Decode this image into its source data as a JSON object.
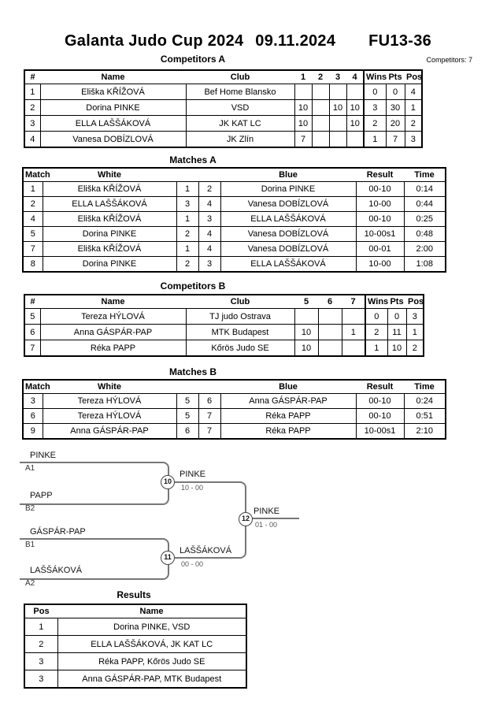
{
  "page": {
    "title_event": "Galanta Judo Cup 2024",
    "title_date": "09.11.2024",
    "title_category": "FU13-36",
    "competitors_count_label": "Competitors: 7"
  },
  "competitorsA": {
    "title": "Competitors A",
    "headers": {
      "num": "#",
      "name": "Name",
      "club": "Club",
      "c1": "1",
      "c2": "2",
      "c3": "3",
      "c4": "4",
      "wins": "Wins",
      "pts": "Pts",
      "pos": "Pos"
    },
    "rows": [
      [
        "1",
        "Eliška KŘÍŽOVÁ",
        "Bef Home Blansko",
        "",
        "",
        "",
        "",
        "0",
        "0",
        "4"
      ],
      [
        "2",
        "Dorina PINKE",
        "VSD",
        "10",
        "",
        "10",
        "10",
        "3",
        "30",
        "1"
      ],
      [
        "3",
        "ELLA LAŠŠÁKOVÁ",
        "JK KAT LC",
        "10",
        "",
        "",
        "10",
        "2",
        "20",
        "2"
      ],
      [
        "4",
        "Vanesa DOBÍZLOVÁ",
        "JK Zlín",
        "7",
        "",
        "",
        "",
        "1",
        "7",
        "3"
      ]
    ]
  },
  "matchesA": {
    "title": "Matches A",
    "headers": {
      "match": "Match",
      "white": "White",
      "blue": "Blue",
      "result": "Result",
      "time": "Time"
    },
    "rows": [
      [
        "1",
        "Eliška KŘÍŽOVÁ",
        "1",
        "2",
        "Dorina PINKE",
        "00-10",
        "0:14"
      ],
      [
        "2",
        "ELLA LAŠŠÁKOVÁ",
        "3",
        "4",
        "Vanesa DOBÍZLOVÁ",
        "10-00",
        "0:44"
      ],
      [
        "4",
        "Eliška KŘÍŽOVÁ",
        "1",
        "3",
        "ELLA LAŠŠÁKOVÁ",
        "00-10",
        "0:25"
      ],
      [
        "5",
        "Dorina PINKE",
        "2",
        "4",
        "Vanesa DOBÍZLOVÁ",
        "10-00s1",
        "0:48"
      ],
      [
        "7",
        "Eliška KŘÍŽOVÁ",
        "1",
        "4",
        "Vanesa DOBÍZLOVÁ",
        "00-01",
        "2:00"
      ],
      [
        "8",
        "Dorina PINKE",
        "2",
        "3",
        "ELLA LAŠŠÁKOVÁ",
        "10-00",
        "1:08"
      ]
    ]
  },
  "competitorsB": {
    "title": "Competitors B",
    "headers": {
      "num": "#",
      "name": "Name",
      "club": "Club",
      "c1": "5",
      "c2": "6",
      "c3": "7",
      "wins": "Wins",
      "pts": "Pts",
      "pos": "Pos"
    },
    "rows": [
      [
        "5",
        "Tereza HÝLOVÁ",
        "TJ judo Ostrava",
        "",
        "",
        "",
        "0",
        "0",
        "3"
      ],
      [
        "6",
        "Anna GÁSPÁR-PAP",
        "MTK Budapest",
        "10",
        "",
        "1",
        "2",
        "11",
        "1"
      ],
      [
        "7",
        "Réka PAPP",
        "Kőrös Judo SE",
        "10",
        "",
        "",
        "1",
        "10",
        "2"
      ]
    ]
  },
  "matchesB": {
    "title": "Matches B",
    "headers": {
      "match": "Match",
      "white": "White",
      "blue": "Blue",
      "result": "Result",
      "time": "Time"
    },
    "rows": [
      [
        "3",
        "Tereza HÝLOVÁ",
        "5",
        "6",
        "Anna GÁSPÁR-PAP",
        "00-10",
        "0:24"
      ],
      [
        "6",
        "Tereza HÝLOVÁ",
        "5",
        "7",
        "Réka PAPP",
        "00-10",
        "0:51"
      ],
      [
        "9",
        "Anna GÁSPÁR-PAP",
        "6",
        "7",
        "Réka PAPP",
        "10-00s1",
        "2:10"
      ]
    ]
  },
  "bracket": {
    "slots": [
      {
        "name": "PINKE",
        "seed": "A1"
      },
      {
        "name": "PAPP",
        "seed": "B2"
      },
      {
        "name": "GÁSPÁR-PAP",
        "seed": "B1"
      },
      {
        "name": "LAŠŠÁKOVÁ",
        "seed": "A2"
      }
    ],
    "matches": [
      {
        "number": "10",
        "winner": "PINKE",
        "score": "10 - 00"
      },
      {
        "number": "11",
        "winner": "LAŠŠÁKOVÁ",
        "score": "00 - 00"
      },
      {
        "number": "12",
        "winner": "PINKE",
        "score": "01 - 00"
      }
    ]
  },
  "results": {
    "title": "Results",
    "headers": {
      "pos": "Pos",
      "name": "Name"
    },
    "rows": [
      [
        "1",
        "Dorina PINKE, VSD"
      ],
      [
        "2",
        "ELLA LAŠŠÁKOVÁ, JK KAT LC"
      ],
      [
        "3",
        "Réka PAPP, Kőrös Judo SE"
      ],
      [
        "3",
        "Anna GÁSPÁR-PAP, MTK Budapest"
      ]
    ]
  }
}
